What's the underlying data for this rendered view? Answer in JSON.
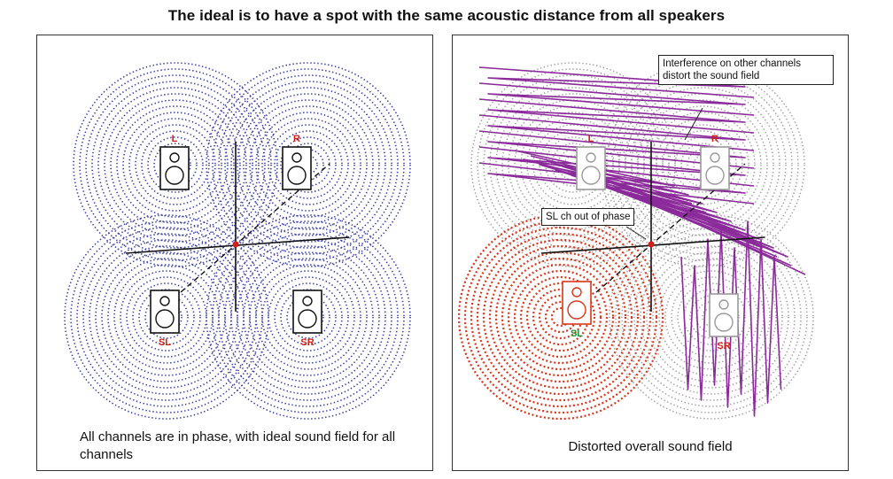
{
  "title": "The ideal is to have a spot with the same acoustic distance from all speakers",
  "left_panel": {
    "caption": "All channels are in phase, with ideal sound field for all channels",
    "speakers": [
      {
        "label": "L",
        "label_color": "#d0201a"
      },
      {
        "label": "R",
        "label_color": "#d0201a"
      },
      {
        "label": "SL",
        "label_color": "#d0201a"
      },
      {
        "label": "SR",
        "label_color": "#d0201a"
      }
    ],
    "wave_color": "#3b3f9e"
  },
  "right_panel": {
    "caption": "Distorted overall sound field",
    "callouts": {
      "interference": "Interference on other channels distort the sound field",
      "phase": "SL ch out of phase"
    },
    "speakers": [
      {
        "label": "L",
        "label_color": "#d0201a"
      },
      {
        "label": "R",
        "label_color": "#d0201a"
      },
      {
        "label": "SL",
        "label_color": "#1a9a3a"
      },
      {
        "label": "SR",
        "label_color": "#d0201a"
      }
    ],
    "wave_color": "#a0a0a0",
    "out_of_phase_color": "#d8361c",
    "interference_color": "#8b2a9a"
  },
  "colors": {
    "axis": "#111111",
    "center_dot": "#d0201a"
  }
}
